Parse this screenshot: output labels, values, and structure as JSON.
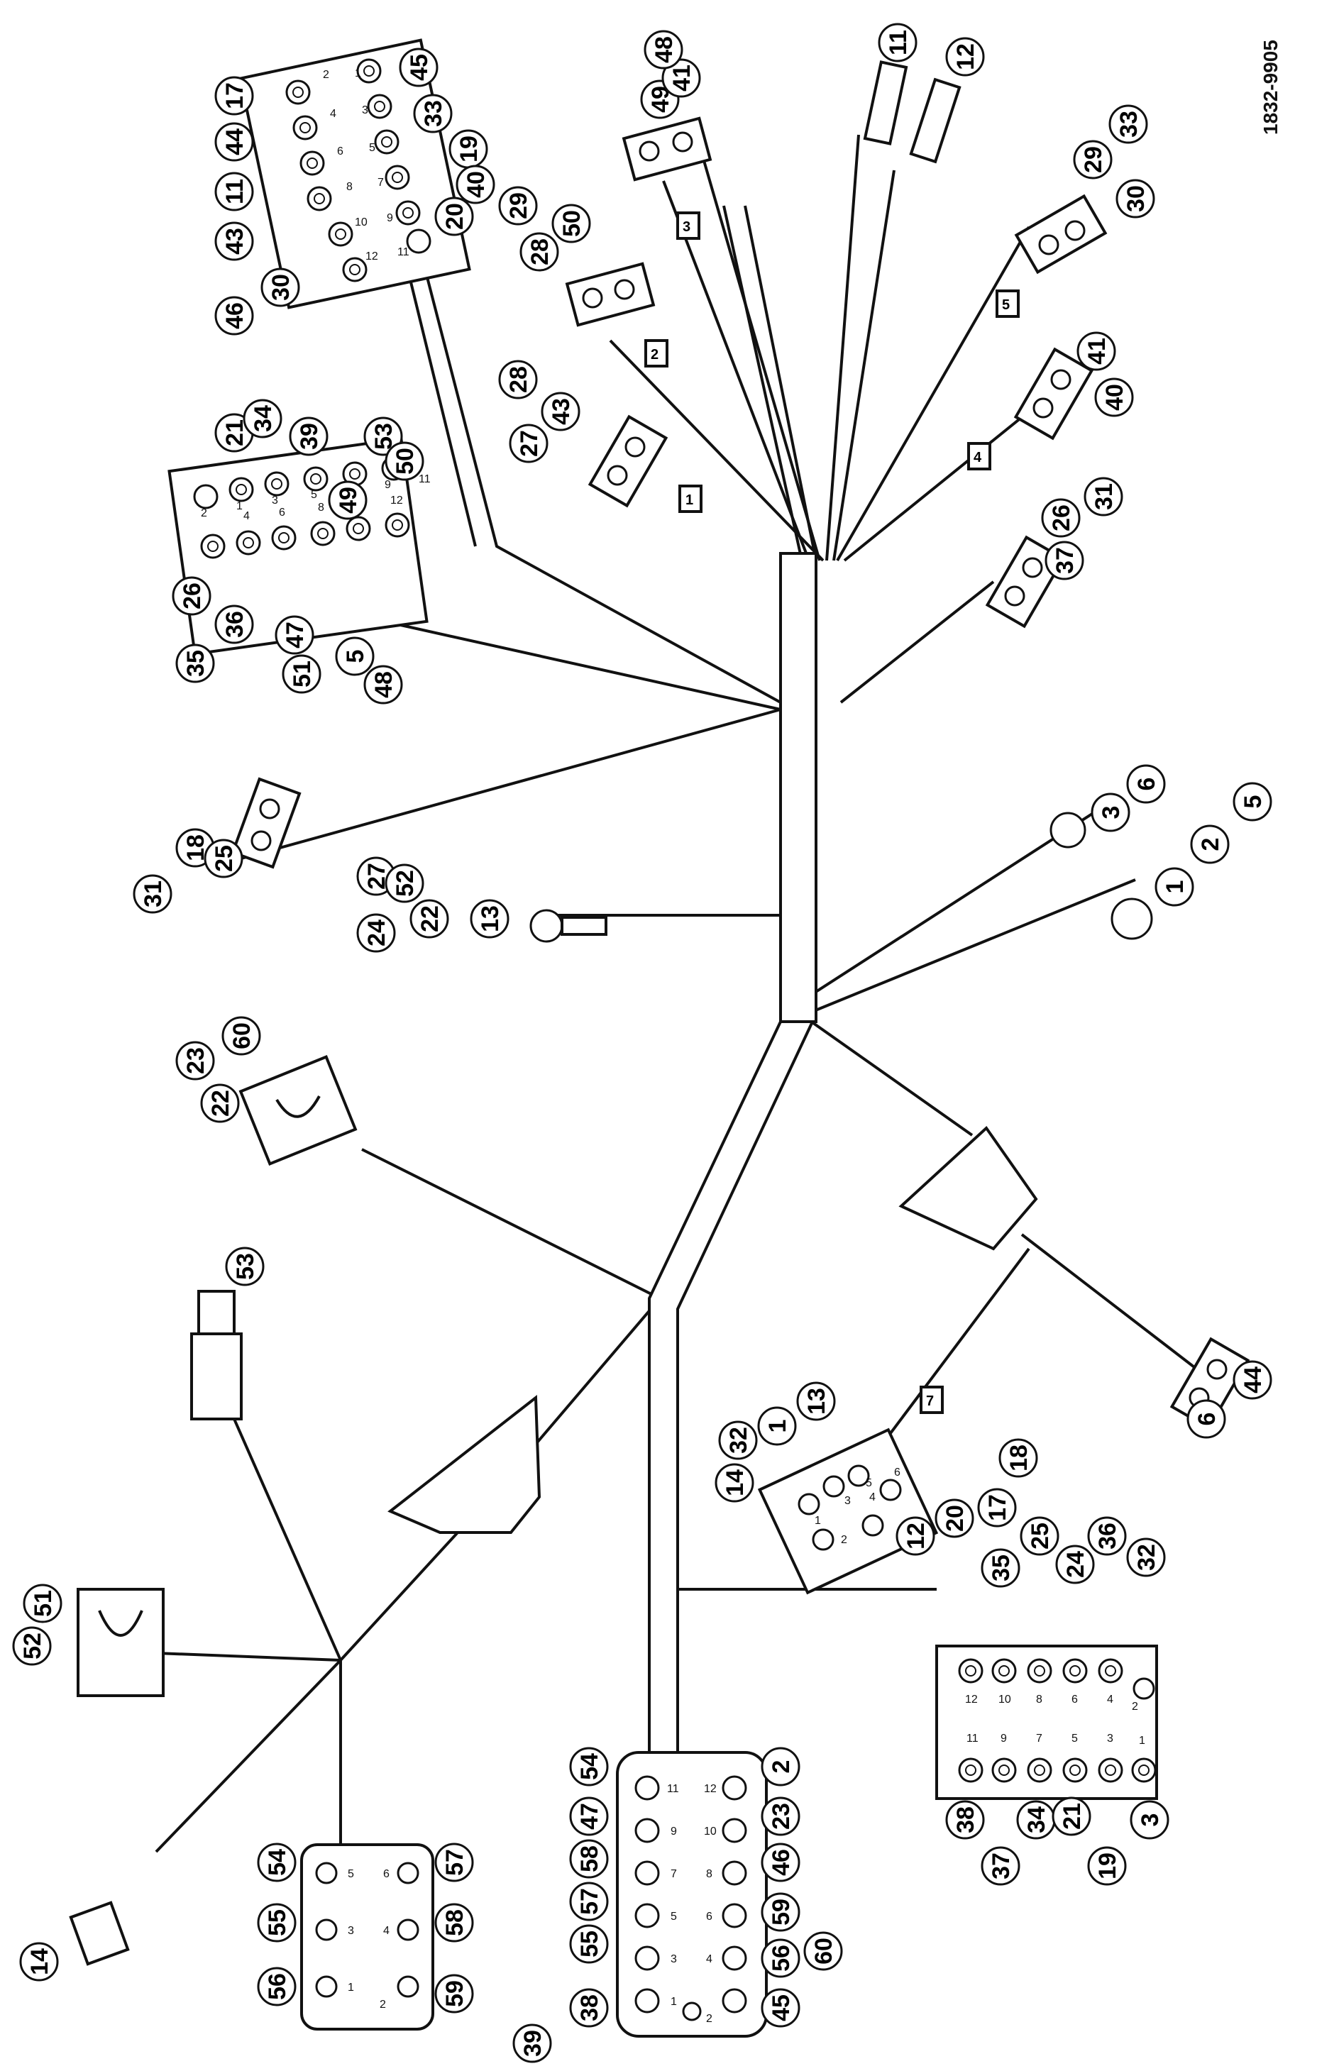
{
  "document_id": "1832-9905",
  "wire_marks": [
    "3",
    "2",
    "1",
    "5",
    "4",
    "7"
  ],
  "connectors": {
    "top_12pin": {
      "pins": [
        "2",
        "1",
        "4",
        "3",
        "6",
        "5",
        "8",
        "7",
        "10",
        "9",
        "12",
        "11"
      ],
      "labels": [
        "17",
        "44",
        "11",
        "43",
        "30",
        "46",
        "45",
        "33",
        "19",
        "40",
        "20"
      ]
    },
    "top_2pin_a": {
      "labels": [
        "49",
        "41",
        "48"
      ]
    },
    "top_2pin_b": {
      "labels": [
        "29",
        "28",
        "50"
      ]
    },
    "top_2pin_c": {
      "labels": [
        "27",
        "43",
        "28"
      ]
    },
    "spade_11": {
      "label": "11"
    },
    "spade_12": {
      "label": "12"
    },
    "right_2pin_a": {
      "labels": [
        "29",
        "30",
        "33"
      ]
    },
    "right_2pin_b": {
      "labels": [
        "41",
        "40"
      ]
    },
    "right_2pin_c": {
      "labels": [
        "26",
        "31",
        "37"
      ]
    },
    "mid_12pin": {
      "pins": [
        "1",
        "2",
        "3",
        "4",
        "5",
        "6",
        "7",
        "8",
        "9",
        "10",
        "11",
        "12"
      ],
      "labels": [
        "21",
        "34",
        "39",
        "53",
        "49",
        "50",
        "26",
        "35",
        "36",
        "47",
        "51",
        "5",
        "48"
      ]
    },
    "left_2pin": {
      "labels": [
        "18",
        "25",
        "31"
      ]
    },
    "ring_13": {
      "labels": [
        "27",
        "52",
        "24",
        "22",
        "13"
      ]
    },
    "rings_right": {
      "labels": [
        "3",
        "6",
        "1",
        "2",
        "5"
      ]
    },
    "fuse_holder": {
      "labels": [
        "23",
        "22",
        "60"
      ]
    },
    "switch": {
      "label": "53"
    },
    "bulb_socket": {
      "labels": [
        "52",
        "51"
      ]
    },
    "plug_14": {
      "label": "14"
    },
    "lower_2pin": {
      "labels": [
        "6",
        "44"
      ]
    },
    "six_pin_right": {
      "pins": [
        "1",
        "2",
        "3",
        "4",
        "5",
        "6"
      ],
      "labels": [
        "32",
        "1",
        "13",
        "14",
        "12"
      ]
    },
    "bottom_right_12pin": {
      "pins": [
        "12",
        "11",
        "10",
        "9",
        "8",
        "7",
        "6",
        "5",
        "4",
        "3",
        "2",
        "1"
      ],
      "labels": [
        "20",
        "17",
        "18",
        "35",
        "25",
        "24",
        "36",
        "32",
        "38",
        "37",
        "34",
        "21",
        "19",
        "3"
      ]
    },
    "bottom_12pin": {
      "pins": [
        "11",
        "12",
        "9",
        "10",
        "7",
        "8",
        "5",
        "6",
        "3",
        "4",
        "1",
        "2"
      ],
      "labels": [
        "54",
        "2",
        "47",
        "23",
        "58",
        "46",
        "57",
        "59",
        "55",
        "56",
        "38",
        "45",
        "39",
        "60"
      ]
    },
    "bottom_6pin": {
      "pins": [
        "5",
        "6",
        "3",
        "4",
        "1",
        "2"
      ],
      "labels": [
        "54",
        "57",
        "55",
        "58",
        "56",
        "59"
      ]
    }
  }
}
